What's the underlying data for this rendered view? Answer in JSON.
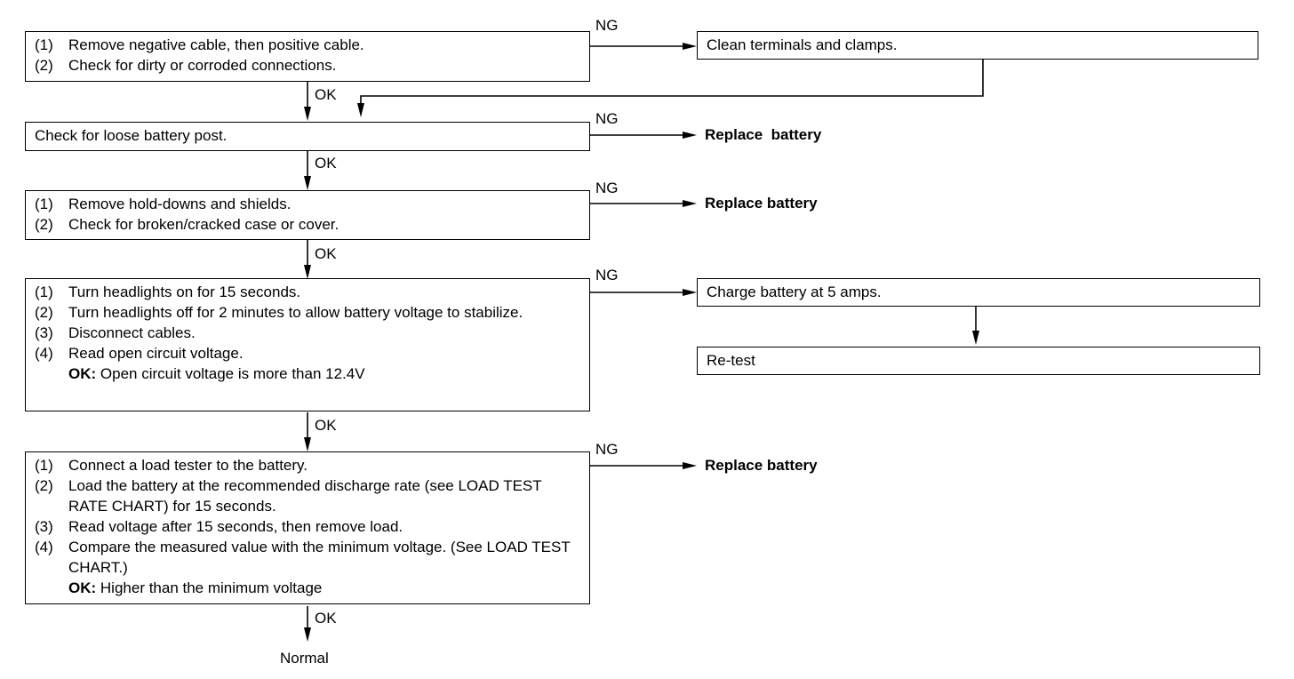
{
  "boxes": {
    "b1": {
      "steps": [
        {
          "num": "(1)",
          "text": "Remove negative cable, then positive cable."
        },
        {
          "num": "(2)",
          "text": "Check for dirty or corroded connections."
        }
      ]
    },
    "b2": {
      "text": "Check for loose battery post."
    },
    "b3": {
      "steps": [
        {
          "num": "(1)",
          "text": "Remove hold-downs and shields."
        },
        {
          "num": "(2)",
          "text": "Check for broken/cracked case or cover."
        }
      ]
    },
    "b4": {
      "steps": [
        {
          "num": "(1)",
          "text": "Turn headlights on for 15 seconds."
        },
        {
          "num": "(2)",
          "text": "Turn headlights off for 2 minutes to allow battery voltage to stabilize."
        },
        {
          "num": "(3)",
          "text": "Disconnect cables."
        },
        {
          "num": "(4)",
          "text": "Read open circuit voltage."
        }
      ],
      "ok_label": "OK:",
      "ok_text": " Open circuit voltage is more than 12.4V"
    },
    "b5": {
      "steps": [
        {
          "num": "(1)",
          "text": "Connect a load tester to the battery."
        },
        {
          "num": "(2)",
          "text": "Load the battery at the recommended discharge rate (see LOAD TEST RATE CHART) for 15 seconds."
        },
        {
          "num": "(3)",
          "text": "Read voltage after 15 seconds, then remove load."
        },
        {
          "num": "(4)",
          "text": "Compare the measured value with the minimum voltage. (See LOAD TEST CHART.)"
        }
      ],
      "ok_label": "OK:",
      "ok_text": " Higher than the minimum voltage"
    },
    "clean": {
      "text": "Clean terminals and clamps."
    },
    "charge": {
      "text": "Charge battery at 5 amps."
    },
    "retest": {
      "text": "Re-test"
    }
  },
  "outcomes": {
    "replace1": "Replace  battery",
    "replace2": "Replace battery",
    "replace3": "Replace battery",
    "normal": "Normal"
  },
  "labels": {
    "ok": "OK",
    "ng": "NG"
  }
}
